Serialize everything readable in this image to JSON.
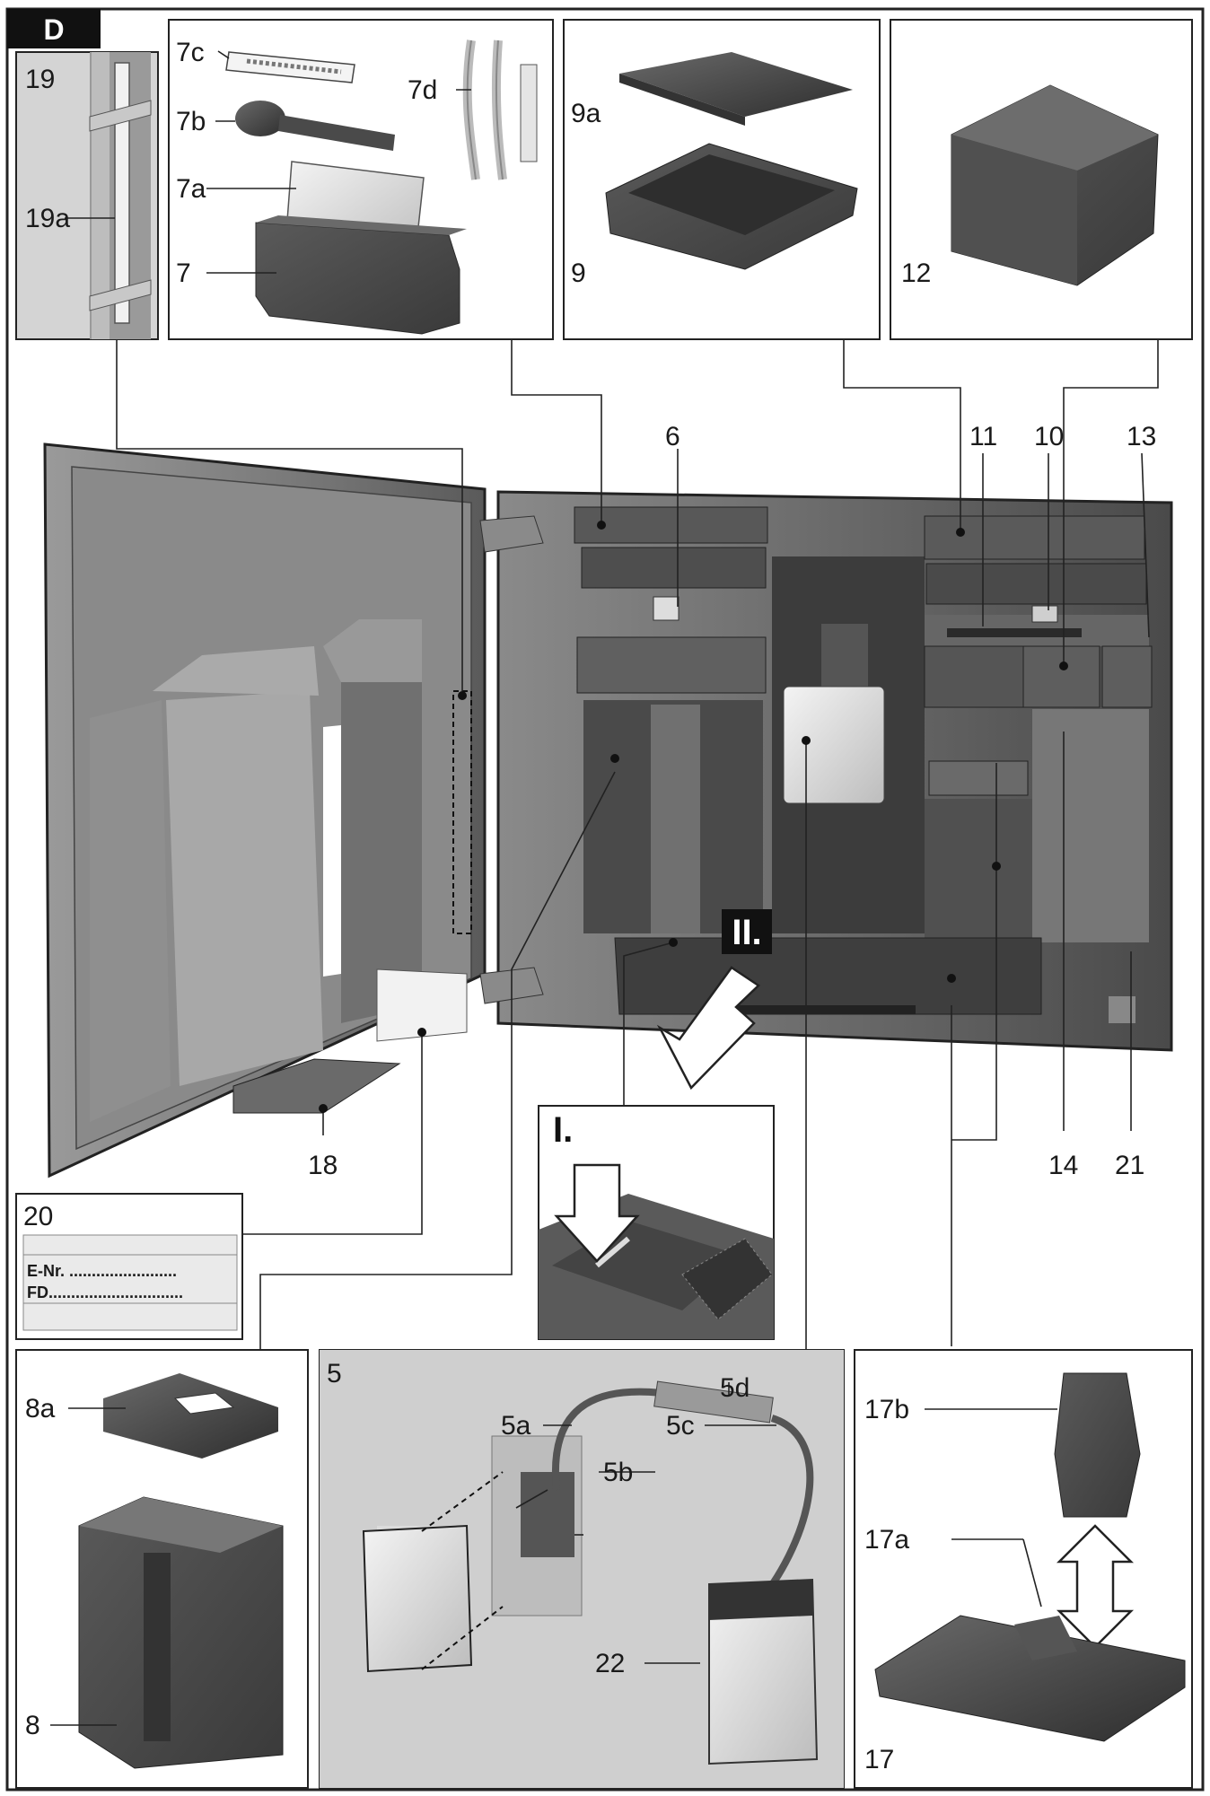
{
  "figure_tag": "D",
  "roman_labels": {
    "one": "I.",
    "two": "II."
  },
  "plate": {
    "field_1": "E-Nr. ........................",
    "field_2": "FD.............................."
  },
  "labels": {
    "l19": "19",
    "l19a": "19a",
    "l7": "7",
    "l7a": "7a",
    "l7b": "7b",
    "l7c": "7c",
    "l7d": "7d",
    "l9": "9",
    "l9a": "9a",
    "l12": "12",
    "l6": "6",
    "l11": "11",
    "l10": "10",
    "l13": "13",
    "l18": "18",
    "l14": "14",
    "l21": "21",
    "l20": "20",
    "l8": "8",
    "l8a": "8a",
    "l5": "5",
    "l5a": "5a",
    "l5b": "5b",
    "l5c": "5c",
    "l5d": "5d",
    "l22": "22",
    "l17": "17",
    "l17a": "17a",
    "l17b": "17b"
  }
}
